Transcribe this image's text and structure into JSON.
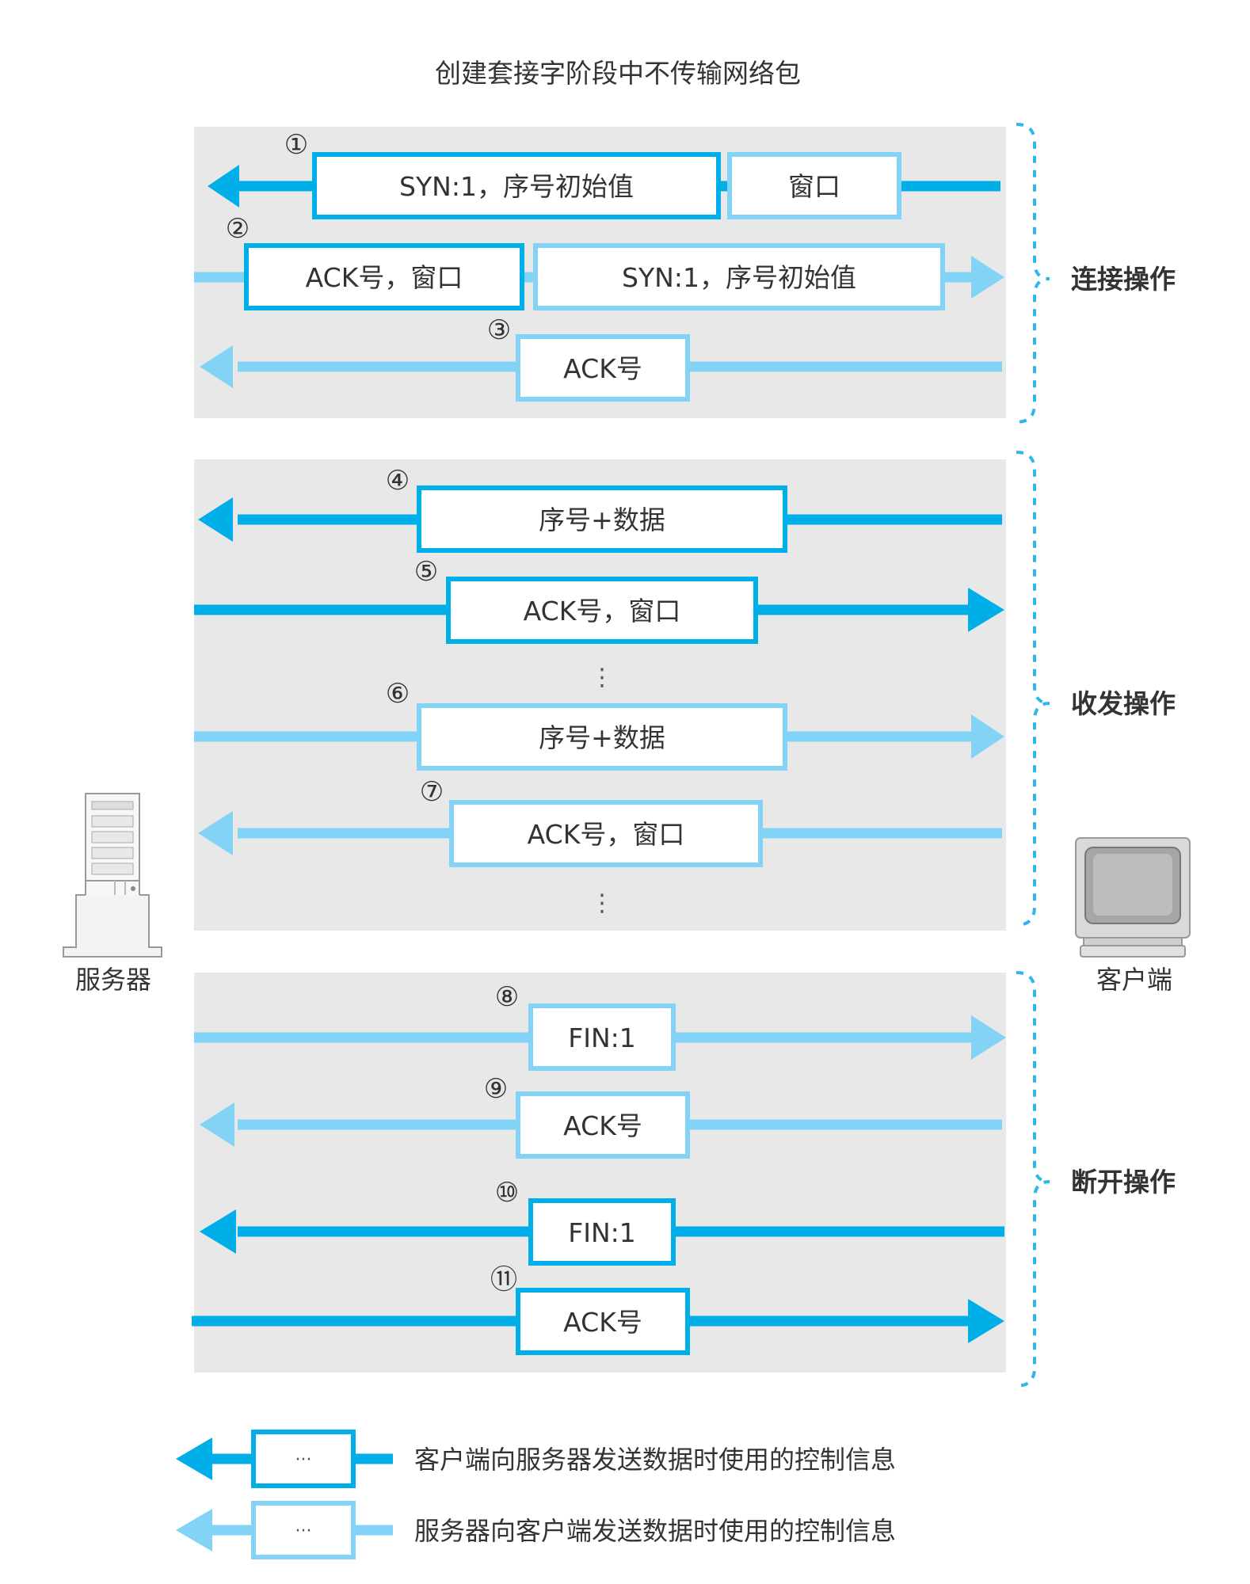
{
  "title": "创建套接字阶段中不传输网络包",
  "colors": {
    "client_dark": "#00aee8",
    "server_light": "#82d3f6",
    "panel": "#e9e8e8",
    "bracket": "#2fb6ea",
    "text": "#333333"
  },
  "server_label": "服务器",
  "client_label": "客户端",
  "sections": [
    {
      "label": "连接操作"
    },
    {
      "label": "收发操作"
    },
    {
      "label": "断开操作"
    }
  ],
  "messages": [
    {
      "num": "①",
      "dir": "to-server",
      "color": "dark",
      "boxes": [
        {
          "text": "SYN:1，序号初始值",
          "style": "dark"
        },
        {
          "text": "窗口",
          "style": "light"
        }
      ]
    },
    {
      "num": "②",
      "dir": "to-client",
      "color": "light",
      "boxes": [
        {
          "text": "ACK号，窗口",
          "style": "dark"
        },
        {
          "text": "SYN:1，序号初始值",
          "style": "light"
        }
      ]
    },
    {
      "num": "③",
      "dir": "to-server",
      "color": "light",
      "boxes": [
        {
          "text": "ACK号",
          "style": "light"
        }
      ]
    },
    {
      "num": "④",
      "dir": "to-server",
      "color": "dark",
      "boxes": [
        {
          "text": "序号+数据",
          "style": "dark"
        }
      ]
    },
    {
      "num": "⑤",
      "dir": "to-client",
      "color": "dark",
      "boxes": [
        {
          "text": "ACK号，窗口",
          "style": "dark"
        }
      ]
    },
    {
      "num": "⑥",
      "dir": "to-client",
      "color": "light",
      "boxes": [
        {
          "text": "序号+数据",
          "style": "light"
        }
      ]
    },
    {
      "num": "⑦",
      "dir": "to-server",
      "color": "light",
      "boxes": [
        {
          "text": "ACK号，窗口",
          "style": "light"
        }
      ]
    },
    {
      "num": "⑧",
      "dir": "to-client",
      "color": "light",
      "boxes": [
        {
          "text": "FIN:1",
          "style": "light"
        }
      ]
    },
    {
      "num": "⑨",
      "dir": "to-server",
      "color": "light",
      "boxes": [
        {
          "text": "ACK号",
          "style": "light"
        }
      ]
    },
    {
      "num": "⑩",
      "dir": "to-server",
      "color": "dark",
      "boxes": [
        {
          "text": "FIN:1",
          "style": "dark"
        }
      ]
    },
    {
      "num": "⑪",
      "dir": "to-client",
      "color": "dark",
      "boxes": [
        {
          "text": "ACK号",
          "style": "dark"
        }
      ]
    }
  ],
  "ellipsis": "⋮",
  "legend": [
    {
      "symbol": "···",
      "text": "客户端向服务器发送数据时使用的控制信息",
      "color": "dark"
    },
    {
      "symbol": "···",
      "text": "服务器向客户端发送数据时使用的控制信息",
      "color": "light"
    }
  ]
}
